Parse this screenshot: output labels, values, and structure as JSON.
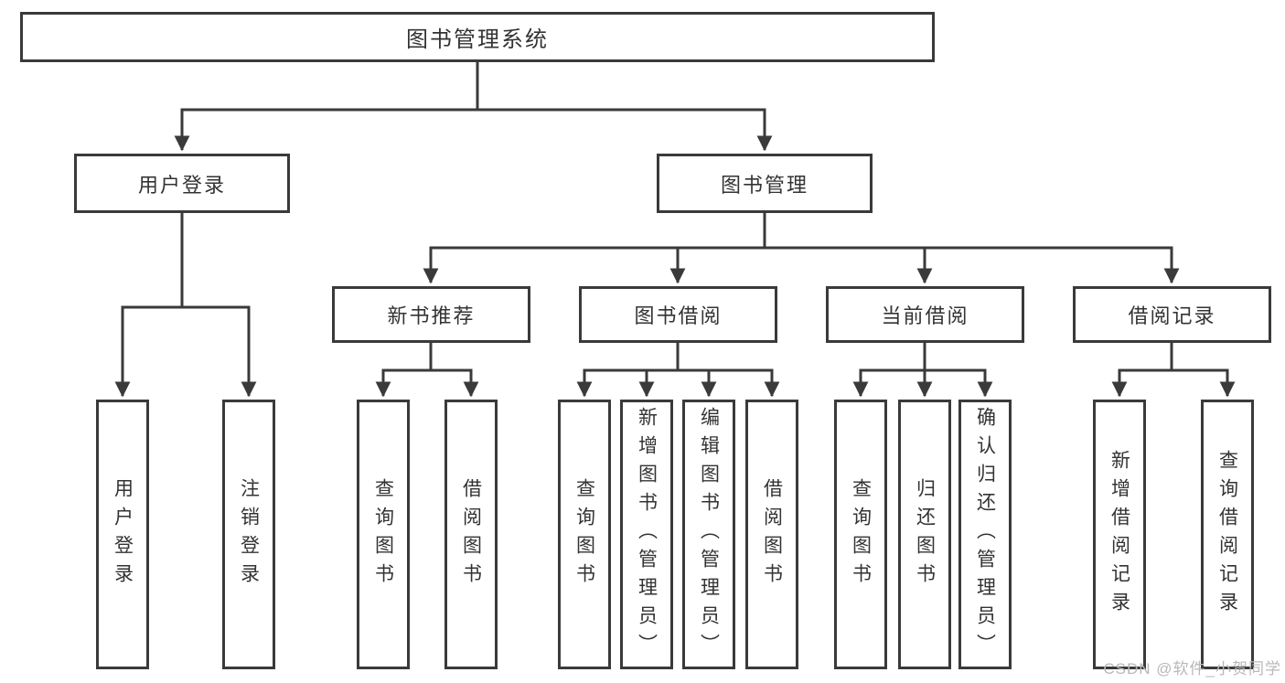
{
  "diagram": {
    "root": {
      "label": "图书管理系统"
    },
    "branches": [
      {
        "label": "用户登录",
        "children": [
          {
            "label": "用户登录"
          },
          {
            "label": "注销登录"
          }
        ]
      },
      {
        "label": "图书管理",
        "children": [
          {
            "label": "新书推荐",
            "children": [
              {
                "label": "查询图书"
              },
              {
                "label": "借阅图书"
              }
            ]
          },
          {
            "label": "图书借阅",
            "children": [
              {
                "label": "查询图书"
              },
              {
                "label": "新增图书（管理员）"
              },
              {
                "label": "编辑图书（管理员）"
              },
              {
                "label": "借阅图书"
              }
            ]
          },
          {
            "label": "当前借阅",
            "children": [
              {
                "label": "查询图书"
              },
              {
                "label": "归还图书"
              },
              {
                "label": "确认归还（管理员）"
              }
            ]
          },
          {
            "label": "借阅记录",
            "children": [
              {
                "label": "新增借阅记录"
              },
              {
                "label": "查询借阅记录"
              }
            ]
          }
        ]
      }
    ]
  },
  "watermark": {
    "text": "CSDN @软件_小贺同学"
  },
  "colors": {
    "line": "#3a3a3a",
    "border": "#3a3a3a",
    "text": "#333333",
    "background": "#ffffff",
    "watermark": "#b8b8b8"
  }
}
